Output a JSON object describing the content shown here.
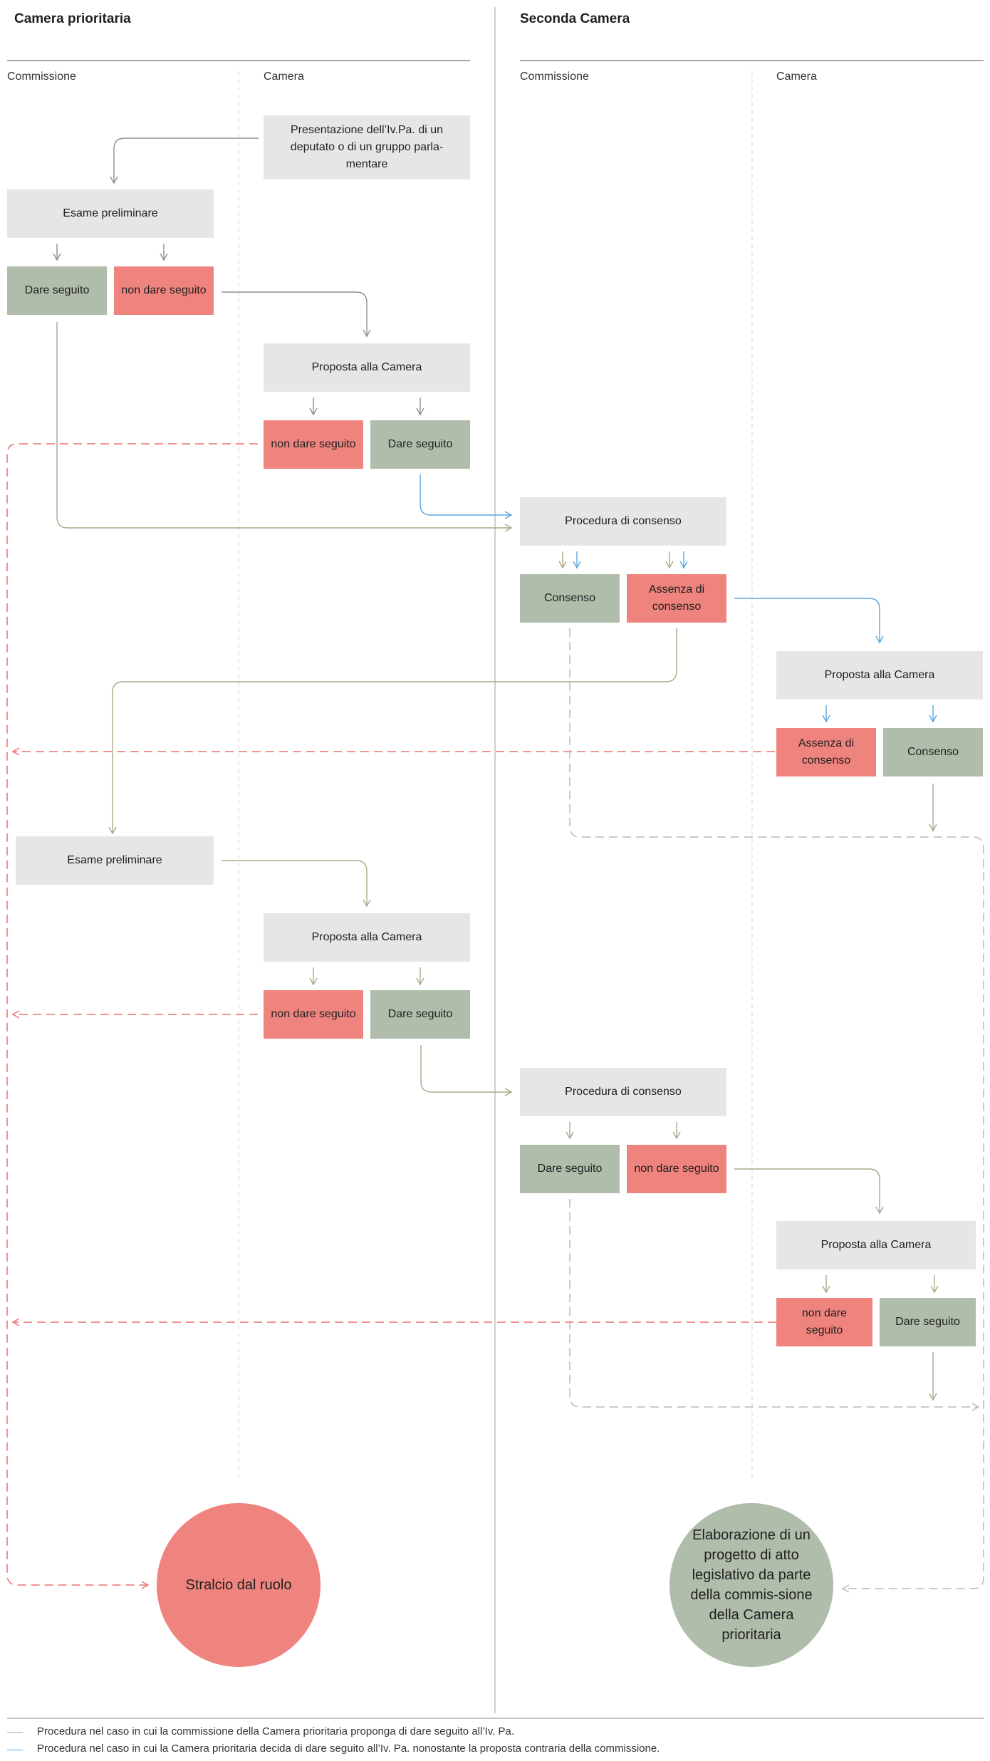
{
  "headers": {
    "left_title": "Camera prioritaria",
    "right_title": "Seconda Camera",
    "col_commissione_left": "Commissione",
    "col_camera_left": "Camera",
    "col_commissione_right": "Commissione",
    "col_camera_right": "Camera"
  },
  "nodes": {
    "presentazione": "Presentazione dell’Iv.Pa. di un deputato o di un gruppo parla-mentare",
    "esame_1": "Esame preliminare",
    "dare_1": "Dare seguito",
    "non_dare_1": "non dare seguito",
    "proposta_1": "Proposta alla Camera",
    "non_dare_2": "non dare seguito",
    "dare_2": "Dare seguito",
    "procedura_1": "Procedura di consenso",
    "consenso_1": "Consenso",
    "assenza_1": "Assenza di consenso",
    "proposta_2": "Proposta alla Camera",
    "assenza_2": "Assenza di consenso",
    "consenso_2": "Consenso",
    "esame_2": "Esame preliminare",
    "proposta_3": "Proposta alla Camera",
    "non_dare_3": "non dare seguito",
    "dare_3": "Dare seguito",
    "procedura_2": "Procedura di consenso",
    "dare_4": "Dare seguito",
    "non_dare_4": "non dare seguito",
    "proposta_4": "Proposta alla Camera",
    "non_dare_5": "non dare seguito",
    "dare_5": "Dare seguito",
    "stralcio": "Stralcio dal ruolo",
    "elaborazione": "Elaborazione di un progetto di atto legislativo da parte della commis-sione della Camera prioritaria"
  },
  "legend": {
    "olive_text": "Procedura nel caso in cui la commissione della Camera prioritaria proponga di dare seguito all’Iv. Pa.",
    "blue_text": "Procedura nel caso in cui la Camera prioritaria decida di dare seguito all’Iv. Pa. nonostante la proposta contraria della commissione."
  },
  "colors": {
    "neutral": "#e6e6e6",
    "green": "#b0bdab",
    "red": "#ef847e",
    "olive_line": "#a9a98a",
    "blue_line": "#5aa7e0",
    "red_dash": "#ef6f6f",
    "grey_dash": "#b9b9b9"
  }
}
